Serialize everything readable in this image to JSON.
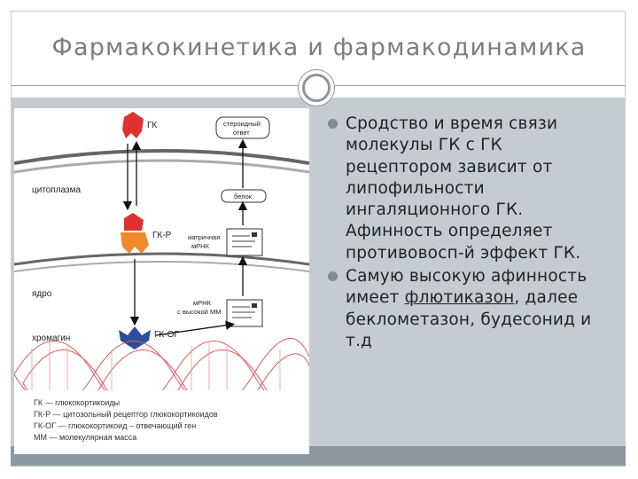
{
  "slide": {
    "title": "Фармакокинетика и фармакодинамика"
  },
  "figure": {
    "labels": {
      "gk": "ГК",
      "steroid_response": [
        "стероидный",
        "ответ"
      ],
      "cytoplasm": "цитоплазма",
      "protein": "белок",
      "gk_r": "ГК-Р",
      "mrna_mature": [
        "иатричная",
        "мРНК"
      ],
      "nucleus": "ядро",
      "mrna_high": [
        "мРНК",
        "с высокой ММ"
      ],
      "chromatin": "хромагин",
      "gk_og": "ГК-ОГ"
    },
    "legend": [
      "ГК — глюкокортикоиды",
      "ГК-Р — цитозольный рецептор глюкокортикоидов",
      "ГК-ОГ — глюкокортикоид – отвечающий ген",
      "ММ — молекулярная масса"
    ]
  },
  "bullets": [
    {
      "text": "Сродство и время связи молекулы ГК с ГК рецептором зависит от липофильности ингаляционного ГК. Афинность определяет противовосп-й эффект ГК."
    },
    {
      "before": "Самую высокую афинность имеет ",
      "underlined": "флютиказон",
      "after": ", далее беклометазон, будесонид и т.д"
    }
  ],
  "colors": {
    "content_bg": "#c4ccd2",
    "bottom_strip": "#8d98a0",
    "ligand_red": "#e03030",
    "receptor_orange": "#f08a2a",
    "gene_blue": "#2a4d9c",
    "dna_red": "#e05a5a"
  }
}
